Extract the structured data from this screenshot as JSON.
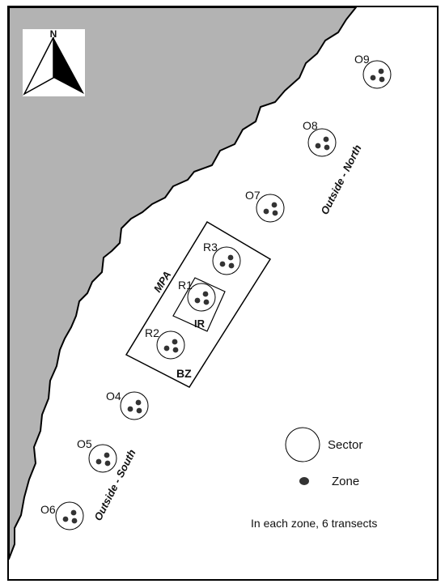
{
  "north_arrow": {
    "label": "N"
  },
  "protected_area": {
    "label": "MPA",
    "buffer_label": "BZ",
    "core_label": "IR"
  },
  "regions": {
    "north": "Outside - North",
    "south": "Outside - South"
  },
  "sites": [
    {
      "id": "O9",
      "label": "O9"
    },
    {
      "id": "O8",
      "label": "O8"
    },
    {
      "id": "O7",
      "label": "O7"
    },
    {
      "id": "R3",
      "label": "R3"
    },
    {
      "id": "R1",
      "label": "R1"
    },
    {
      "id": "R2",
      "label": "R2"
    },
    {
      "id": "O4",
      "label": "O4"
    },
    {
      "id": "O5",
      "label": "O5"
    },
    {
      "id": "O6",
      "label": "O6"
    }
  ],
  "legend": {
    "sector": "Sector",
    "zone": "Zone",
    "note": "In each zone, 6 transects"
  },
  "colors": {
    "land": "#b3b3b3",
    "sea": "#ffffff",
    "ink": "#111111"
  }
}
